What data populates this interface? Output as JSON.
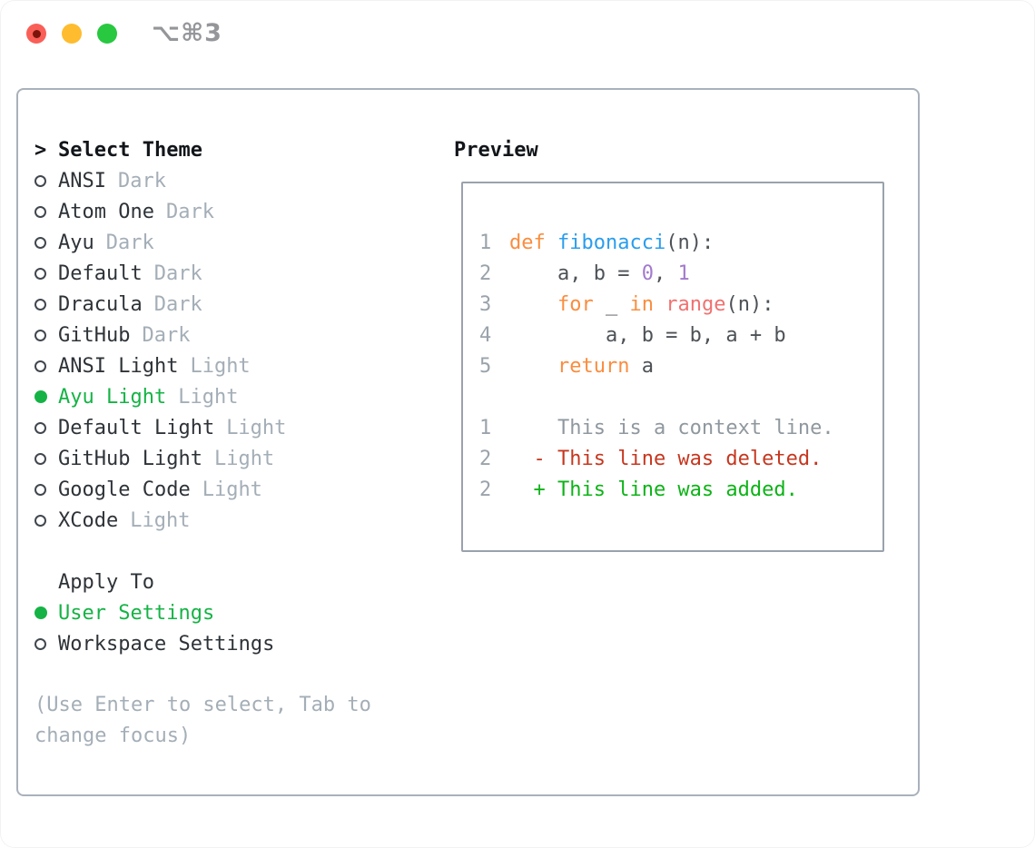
{
  "window": {
    "title": "⌥⌘3"
  },
  "titlebar": {
    "buttons": [
      {
        "name": "close"
      },
      {
        "name": "minimize"
      },
      {
        "name": "zoom"
      }
    ]
  },
  "theme_list": {
    "prompt": ">",
    "header": "Select Theme",
    "items": [
      {
        "name": "ANSI",
        "variant": "Dark",
        "selected": false
      },
      {
        "name": "Atom One",
        "variant": "Dark",
        "selected": false
      },
      {
        "name": "Ayu",
        "variant": "Dark",
        "selected": false
      },
      {
        "name": "Default",
        "variant": "Dark",
        "selected": false
      },
      {
        "name": "Dracula",
        "variant": "Dark",
        "selected": false
      },
      {
        "name": "GitHub",
        "variant": "Dark",
        "selected": false
      },
      {
        "name": "ANSI Light",
        "variant": "Light",
        "selected": false
      },
      {
        "name": "Ayu Light",
        "variant": "Light",
        "selected": true
      },
      {
        "name": "Default Light",
        "variant": "Light",
        "selected": false
      },
      {
        "name": "GitHub Light",
        "variant": "Light",
        "selected": false
      },
      {
        "name": "Google Code",
        "variant": "Light",
        "selected": false
      },
      {
        "name": "XCode",
        "variant": "Light",
        "selected": false
      }
    ]
  },
  "apply_to": {
    "header": "Apply To",
    "options": [
      {
        "label": "User Settings",
        "selected": true
      },
      {
        "label": "Workspace Settings",
        "selected": false
      }
    ]
  },
  "hint": {
    "text": "(Use Enter to select, Tab to change focus)"
  },
  "preview": {
    "header": "Preview",
    "lines": [
      {
        "num": "1",
        "tokens": [
          {
            "t": "def",
            "c": "keyword"
          },
          {
            "t": " ",
            "c": "plain"
          },
          {
            "t": "fibonacci",
            "c": "function"
          },
          {
            "t": "(n):",
            "c": "plain"
          }
        ]
      },
      {
        "num": "2",
        "tokens": [
          {
            "t": "    a, b = ",
            "c": "plain"
          },
          {
            "t": "0",
            "c": "number"
          },
          {
            "t": ", ",
            "c": "plain"
          },
          {
            "t": "1",
            "c": "number"
          }
        ]
      },
      {
        "num": "3",
        "tokens": [
          {
            "t": "    ",
            "c": "plain"
          },
          {
            "t": "for",
            "c": "keyword"
          },
          {
            "t": " _ ",
            "c": "plain"
          },
          {
            "t": "in",
            "c": "keyword"
          },
          {
            "t": " ",
            "c": "plain"
          },
          {
            "t": "range",
            "c": "builtin"
          },
          {
            "t": "(n):",
            "c": "plain"
          }
        ]
      },
      {
        "num": "4",
        "tokens": [
          {
            "t": "        a, b = b, a + b",
            "c": "plain"
          }
        ]
      },
      {
        "num": "5",
        "tokens": [
          {
            "t": "    ",
            "c": "plain"
          },
          {
            "t": "return",
            "c": "keyword"
          },
          {
            "t": " a",
            "c": "plain"
          }
        ]
      },
      {
        "num": "",
        "tokens": []
      },
      {
        "num": "1",
        "tokens": [
          {
            "t": "    This is a context line.",
            "c": "context"
          }
        ]
      },
      {
        "num": "2",
        "tokens": [
          {
            "t": "  - This line was deleted.",
            "c": "deleted"
          }
        ]
      },
      {
        "num": "2",
        "tokens": [
          {
            "t": "  + This line was added.",
            "c": "added"
          }
        ]
      }
    ]
  },
  "colors": {
    "selected_green": "#15b345",
    "added_green": "#0db317",
    "deleted_red": "#c6371f",
    "keyword_orange": "#fa8d3e",
    "function_blue": "#2a9ded",
    "builtin_coral": "#f07171",
    "number_purple": "#a37acc",
    "code_text": "#4d5257",
    "context_gray": "#8f989f",
    "line_number_gray": "#9aa3ab",
    "muted_gray": "#a4aeb7",
    "text_dark": "#2e3338",
    "panel_border": "#a9b1bb",
    "preview_border": "#99a2ac",
    "traffic_red": "#f95f57",
    "traffic_yellow": "#febc2e",
    "traffic_green": "#28c840"
  }
}
